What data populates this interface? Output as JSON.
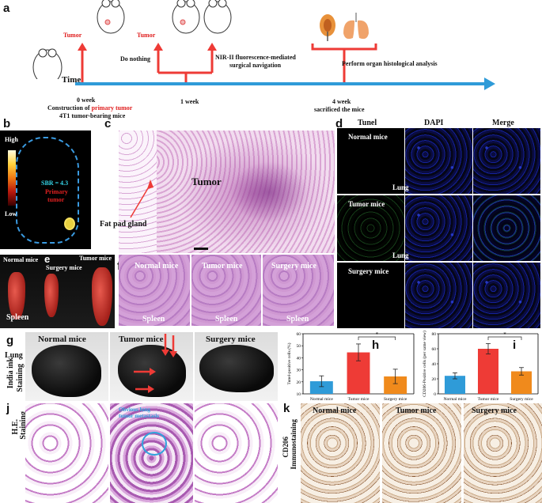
{
  "panels": {
    "a": "a",
    "b": "b",
    "c": "c",
    "d": "d",
    "e": "e",
    "f": "f",
    "g": "g",
    "h": "h",
    "i": "i",
    "j": "j",
    "k": "k"
  },
  "timeline": {
    "time_label": "Time",
    "week0": "0 week",
    "construction_prefix": "Construction of",
    "construction_highlight": "primary tumor",
    "construction_sub": "4T1 tumor-bearing mice",
    "week1": "1 week",
    "week4": "4 week",
    "week4_sub": "sacrificed the mice",
    "do_nothing": "Do nothing",
    "nir_line1": "NIR-II fluorescence-mediated",
    "nir_line2": "surgical navigation",
    "perform": "Perform organ histological analysis",
    "tumor1": "Tumor",
    "tumor2": "Tumor"
  },
  "fluorescence": {
    "high": "High",
    "low": "Low",
    "sbr": "SBR = 4.3",
    "primary1": "Primary",
    "primary2": "tumor"
  },
  "he_large": {
    "tumor": "Tumor",
    "fat_pad": "Fat pad gland"
  },
  "tunel": {
    "col1": "Tunel",
    "col2": "DAPI",
    "col3": "Merge",
    "row1": "Normal mice",
    "row2": "Tumor mice",
    "row3": "Surgery mice",
    "lung1": "Lung",
    "lung2": "Lung"
  },
  "spleen": {
    "normal": "Normal mice",
    "surgery": "Surgery mice",
    "tumor": "Tumor mice",
    "label": "Spleen"
  },
  "spleen_he": {
    "normal": "Normal mice",
    "tumor": "Tumor mice",
    "surgery": "Surgery mice",
    "s1": "Spleen",
    "s2": "Spleen",
    "s3": "Spleen"
  },
  "lung_ink": {
    "lung": "Lung",
    "india1": "India ink",
    "india2": "Staining",
    "normal": "Normal mice",
    "tumor": "Tumor mice",
    "surgery": "Surgery mice"
  },
  "he_bottom": {
    "he1": "H.E.",
    "he2": "Staining",
    "obvious1": "Obvious lung",
    "obvious2": "tumor metastasis"
  },
  "cd206": {
    "cd": "CD206",
    "imm": "Immunostaining",
    "normal": "Normal mice",
    "tumor": "Tumor mice",
    "surgery": "Surgery mice"
  },
  "chart_data": [
    {
      "type": "bar",
      "ylabel": "Tunel-positive cells (%)",
      "categories": [
        "Normal mice",
        "Tumor mice",
        "Surgery mice"
      ],
      "values": [
        20.5,
        44.5,
        24.5
      ],
      "errors": [
        4.5,
        7.0,
        6.0
      ],
      "ylim": [
        10,
        60
      ],
      "yticks": [
        "10",
        "20",
        "30",
        "40",
        "50",
        "60"
      ],
      "colors": [
        "#2f9bd8",
        "#ee3b36",
        "#f08a1c"
      ],
      "significance": "*"
    },
    {
      "type": "bar",
      "ylabel": "CD206-Positive cells (per same view)",
      "categories": [
        "Normal mice",
        "Tumor mice",
        "Surgery mice"
      ],
      "values": [
        24,
        60,
        30
      ],
      "errors": [
        4,
        7,
        5
      ],
      "ylim": [
        0,
        80
      ],
      "yticks": [
        "0",
        "20",
        "40",
        "60",
        "80"
      ],
      "colors": [
        "#2f9bd8",
        "#ee3b36",
        "#f08a1c"
      ],
      "significance": "*"
    }
  ]
}
